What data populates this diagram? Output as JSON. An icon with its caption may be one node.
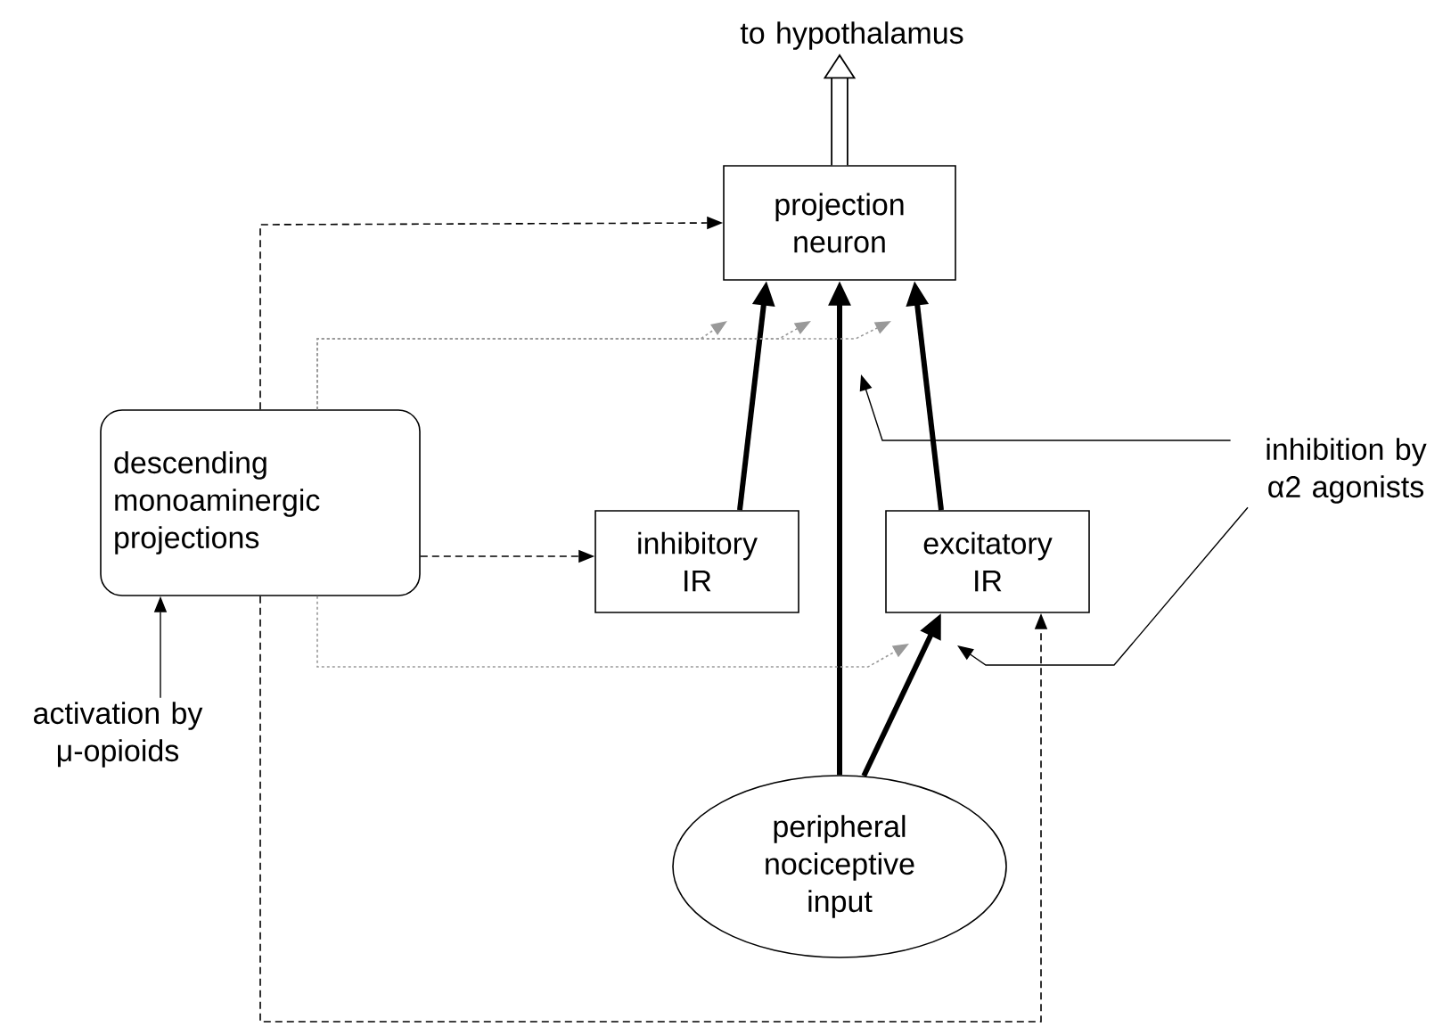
{
  "diagram": {
    "nodes": [
      {
        "text": [
          "to hypothalamus"
        ]
      },
      {
        "text": [
          "projection neuron"
        ]
      },
      {
        "text": [
          "descending monoaminergic projections"
        ]
      },
      {
        "text": [
          "inhibitory IR"
        ]
      },
      {
        "text": [
          "excitatory IR"
        ]
      },
      {
        "text": [
          "peripheral nociceptive input"
        ]
      },
      {
        "text": [
          "activation by μ-opioids"
        ]
      },
      {
        "text": [
          "inhibition by α2 agonists"
        ]
      }
    ],
    "edges": [
      {
        "from": 1,
        "to": 0,
        "arrow": "to",
        "style": "thick"
      },
      {
        "from": 2,
        "to": 1,
        "arrow": "to",
        "style": "dashed"
      },
      {
        "from": 2,
        "to": 3,
        "arrow": "to",
        "style": "dashed"
      },
      {
        "from": 2,
        "to": 4,
        "arrow": "to",
        "style": "dashed"
      },
      {
        "from": 3,
        "to": 1,
        "arrow": "to",
        "style": "thick"
      },
      {
        "from": 5,
        "to": 1,
        "arrow": "to",
        "style": "thick"
      },
      {
        "from": 4,
        "to": 1,
        "arrow": "to",
        "style": "thick"
      },
      {
        "from": 5,
        "to": 4,
        "arrow": "to",
        "style": "thick"
      },
      {
        "from": 2,
        "to": null,
        "arrow": "to",
        "style": "dashed",
        "color": "#999999"
      },
      {
        "from": 2,
        "to": null,
        "arrow": "to",
        "style": "dashed",
        "color": "#999999"
      },
      {
        "from": 2,
        "to": null,
        "arrow": "to",
        "style": "dashed",
        "color": "#999999"
      },
      {
        "from": 2,
        "to": null,
        "arrow": "to",
        "style": "dashed",
        "color": "#999999"
      },
      {
        "from": 7,
        "to": null,
        "arrow": "to"
      },
      {
        "from": 7,
        "to": null,
        "arrow": "to"
      },
      {
        "from": 6,
        "to": 2,
        "arrow": "to"
      }
    ]
  }
}
